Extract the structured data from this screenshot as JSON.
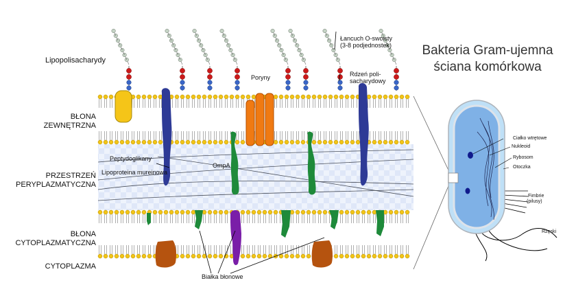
{
  "title": {
    "line1": "Bakteria Gram-ujemna",
    "line2": "ściana komórkowa"
  },
  "regions": {
    "outer_membrane": {
      "line1": "BŁONA",
      "line2": "ZEWNĘTRZNA"
    },
    "periplasm": {
      "line1": "PRZESTRZEŃ",
      "line2": "PERYPLAZMATYCZNA"
    },
    "cytoplasmic_membrane": {
      "line1": "BŁONA",
      "line2": "CYTOPLAZMATYCZNA"
    },
    "cytoplasm": "CYTOPLAZMA"
  },
  "labels": {
    "lps": "Lipopolisacharydy",
    "o_antigen": {
      "line1": "Łancuch O-swoisty",
      "line2": "(3-8 podjednostek)"
    },
    "core": {
      "line1": "Rdzeń poli-",
      "line2": "sacharydowy"
    },
    "porins": "Poryny",
    "peptidoglycan": "Peptydoglikany",
    "lipoprotein": "Lipoproteina mureinowa",
    "ompa": "OmpA",
    "membrane_proteins": "Białka błonowe"
  },
  "cell_labels": {
    "inclusion": "Ciałko wtrętowe",
    "nucleoid": "Nukleoid",
    "ribosome": "Rybosom",
    "capsule": "Otoczka",
    "fimbriae": {
      "line1": "Fimbrie",
      "line2": "(pilusy)"
    },
    "flagella": "Rzęski"
  },
  "colors": {
    "lipid_head": "#f2c417",
    "lipid_tail": "#8c8c8c",
    "periplasm": "#dde6f8",
    "porin": "#f07a12",
    "transmembrane_protein": "#2e3a96",
    "ompa": "#1e8a3a",
    "yellow_protein": "#f5c518",
    "brown_protein": "#b5530f",
    "purple_protein": "#7a1ea8",
    "sugar_red": "#cc1a1a",
    "sugar_blue": "#3a66c8",
    "sugar_grey": "#c5d3c5",
    "cell_body": "#7fb1e6",
    "cell_capsule": "#bfe0f7",
    "cell_outline": "#b7b7b7",
    "inclusion": "#101a8c"
  }
}
